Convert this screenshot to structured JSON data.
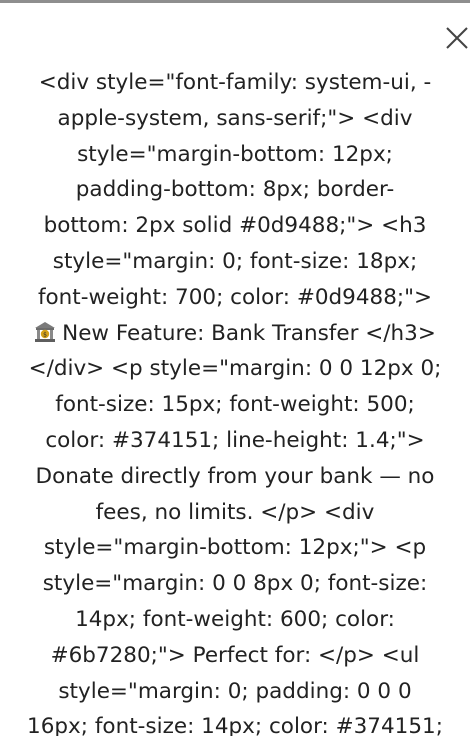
{
  "dialog": {
    "close_icon": "close-icon",
    "emoji_icon": "bank-building-icon",
    "lines": [
      "<div style=\"font-family: system-ui, -",
      "apple-system, sans-serif;\"> <div",
      "style=\"margin-bottom: 12px;",
      "padding-bottom: 8px; border-",
      "bottom: 2px solid #0d9488;\"> <h3",
      "style=\"margin: 0; font-size: 18px;",
      "font-weight: 700; color: #0d9488;\">",
      "New Feature: Bank Transfer </h3>",
      "</div> <p style=\"margin: 0 0 12px 0;",
      "font-size: 15px; font-weight: 500;",
      "color: #374151; line-height: 1.4;\">",
      "Donate directly from your bank — no",
      "fees, no limits. </p> <div",
      "style=\"margin-bottom: 12px;\"> <p",
      "style=\"margin: 0 0 8px 0; font-size:",
      "14px; font-weight: 600; color:",
      "#6b7280;\"> Perfect for: </p> <ul",
      "style=\"margin: 0; padding: 0 0 0",
      "16px; font-size: 14px; color: #374151;"
    ]
  }
}
